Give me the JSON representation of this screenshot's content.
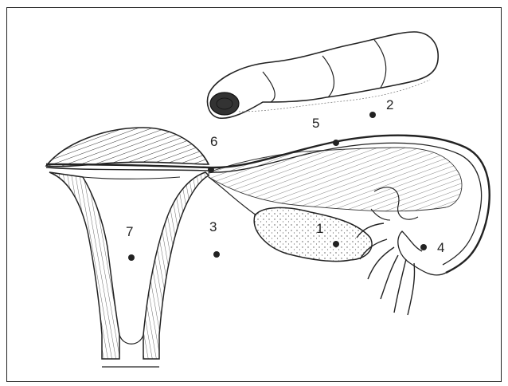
{
  "diagram": {
    "labels": [
      "1",
      "2",
      "3",
      "4",
      "5",
      "6",
      "7"
    ]
  },
  "colors": {
    "ink": "#222222",
    "paper": "#ffffff",
    "shade": "#555555"
  }
}
